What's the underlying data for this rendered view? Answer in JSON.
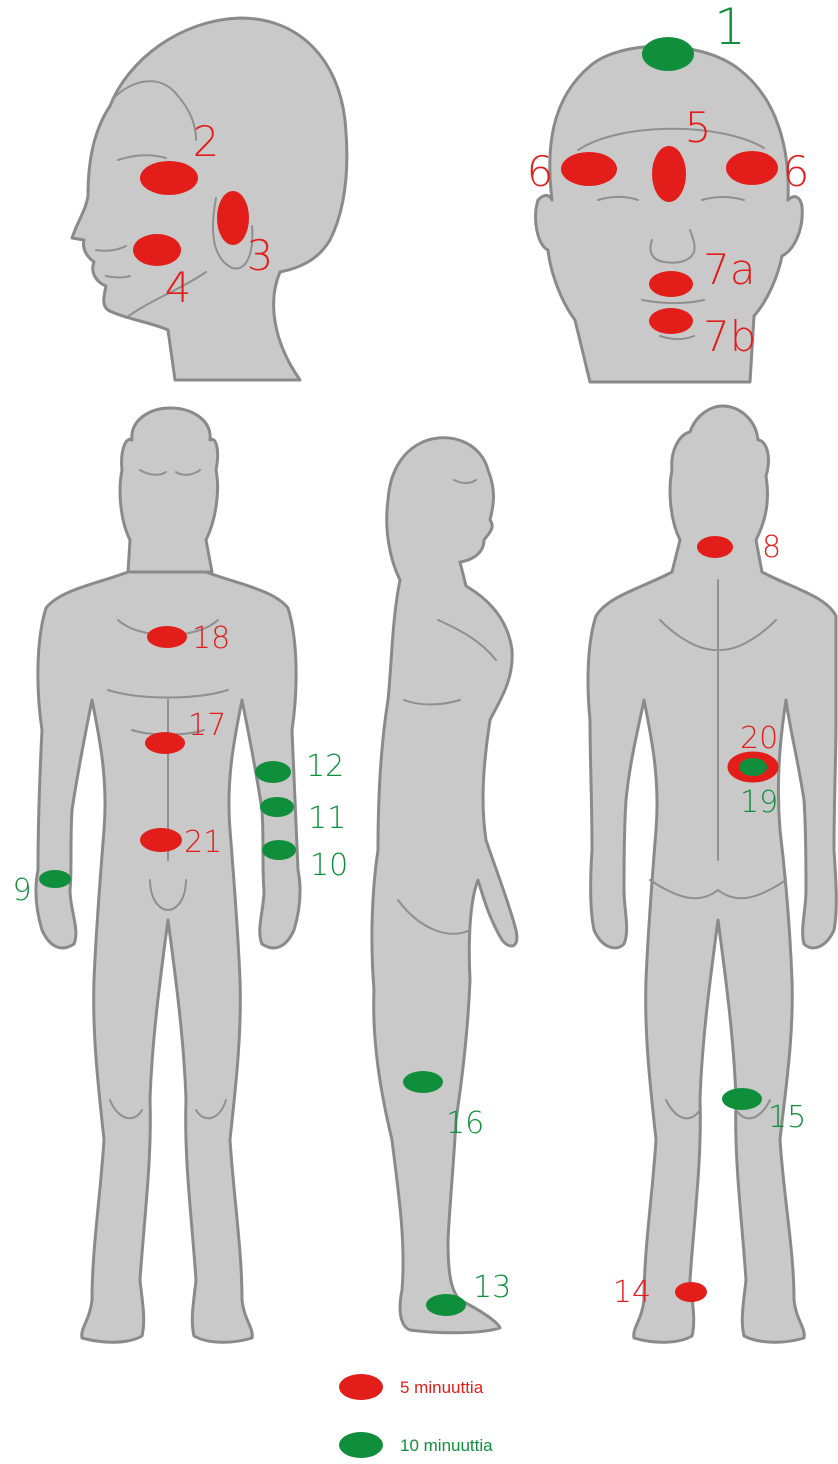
{
  "colors": {
    "red": "#e21d1a",
    "green": "#0f8f3c",
    "body": "#c9c9c9",
    "outline": "#8a8a8a"
  },
  "points": [
    {
      "id": "1",
      "label": "1",
      "color": "green"
    },
    {
      "id": "2",
      "label": "2",
      "color": "red"
    },
    {
      "id": "3",
      "label": "3",
      "color": "red"
    },
    {
      "id": "4",
      "label": "4",
      "color": "red"
    },
    {
      "id": "5",
      "label": "5",
      "color": "red"
    },
    {
      "id": "6-left",
      "label": "6",
      "color": "red"
    },
    {
      "id": "6-right",
      "label": "6",
      "color": "red"
    },
    {
      "id": "7a",
      "label": "7a",
      "color": "red"
    },
    {
      "id": "7b",
      "label": "7b",
      "color": "red"
    },
    {
      "id": "8",
      "label": "8",
      "color": "red"
    },
    {
      "id": "9",
      "label": "9",
      "color": "green"
    },
    {
      "id": "10",
      "label": "10",
      "color": "green"
    },
    {
      "id": "11",
      "label": "11",
      "color": "green"
    },
    {
      "id": "12",
      "label": "12",
      "color": "green"
    },
    {
      "id": "13",
      "label": "13",
      "color": "green"
    },
    {
      "id": "14",
      "label": "14",
      "color": "red"
    },
    {
      "id": "15",
      "label": "15",
      "color": "green"
    },
    {
      "id": "16",
      "label": "16",
      "color": "green"
    },
    {
      "id": "17",
      "label": "17",
      "color": "red"
    },
    {
      "id": "18",
      "label": "18",
      "color": "red"
    },
    {
      "id": "19",
      "label": "19",
      "color": "green"
    },
    {
      "id": "20",
      "label": "20",
      "color": "red"
    },
    {
      "id": "21",
      "label": "21",
      "color": "red"
    }
  ],
  "legend": [
    {
      "color": "red",
      "label": "5 minuuttia"
    },
    {
      "color": "green",
      "label": "10 minuuttia"
    }
  ]
}
